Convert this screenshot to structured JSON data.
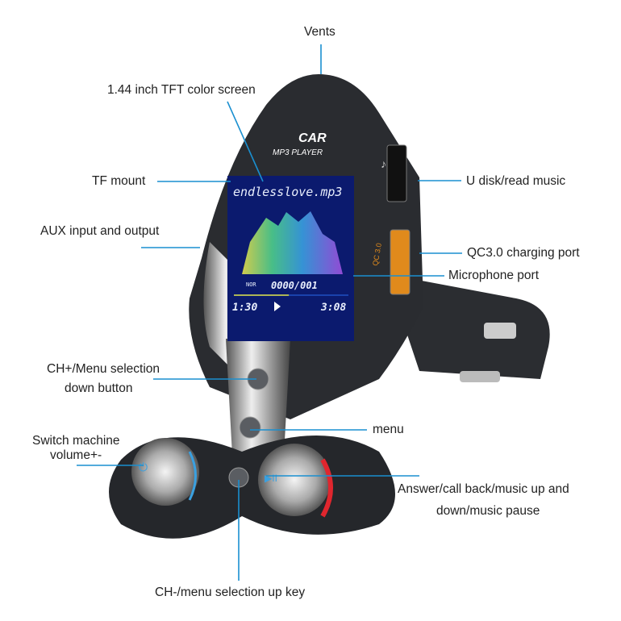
{
  "labels": {
    "vents": "Vents",
    "screen": "1.44 inch TFT color screen",
    "tf_mount": "TF mount",
    "aux": "AUX input and output",
    "u_disk": "U disk/read music",
    "qc": "QC3.0 charging port",
    "mic": "Microphone port",
    "ch_plus_1": "CH+/Menu selection",
    "ch_plus_2": "down button",
    "menu": "menu",
    "switch_1": "Switch machine",
    "switch_2": "volume+-",
    "answer_1": "Answer/call back/music up and",
    "answer_2": "down/music pause",
    "ch_minus": "CH-/menu selection up key"
  },
  "device": {
    "logo_top": "CAR",
    "logo_bottom": "MP3 PLAYER",
    "port_label": "QC 3.0",
    "screen": {
      "filename": "endlesslove.mp3",
      "eq_mode": "NOR",
      "track": "0000/001",
      "elapsed": "1:30",
      "total": "3:08",
      "progress": 0.48
    }
  },
  "colors": {
    "leader": "#1a8fd0",
    "body": "#2a2c30",
    "screen_bg": "#0b1a6e"
  }
}
